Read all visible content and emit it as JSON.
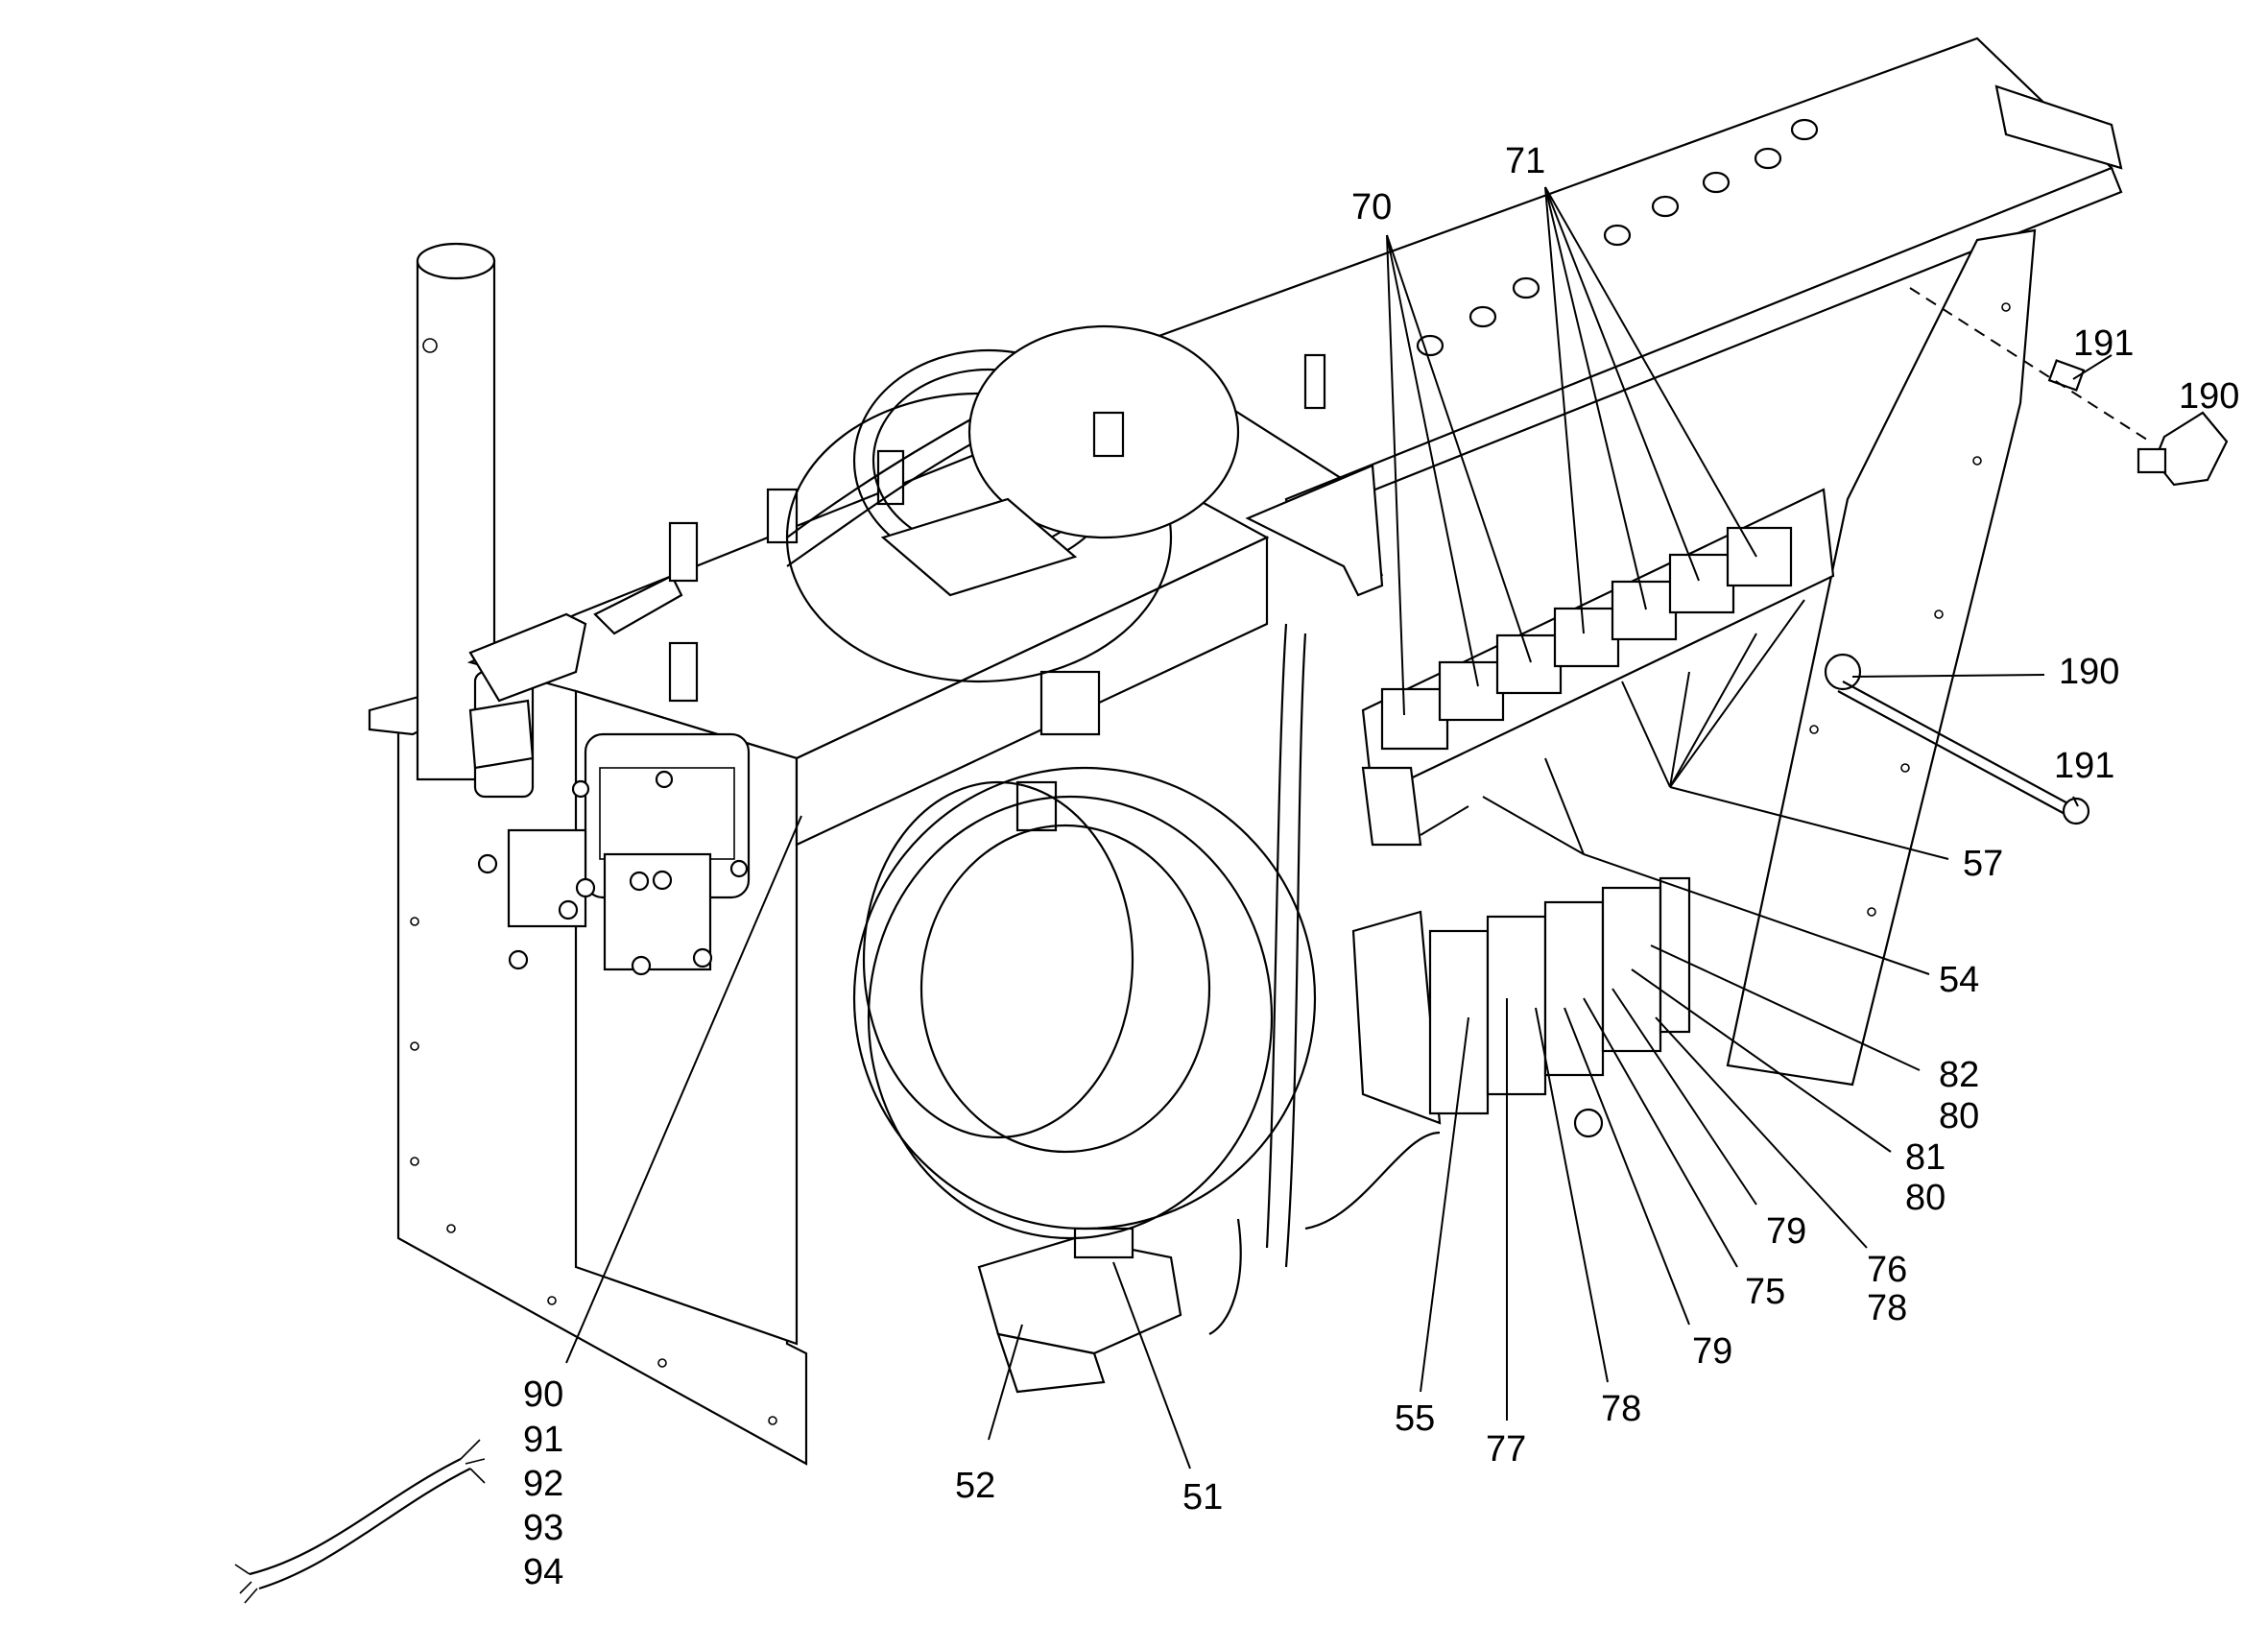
{
  "callouts": {
    "c70": "70",
    "c71": "71",
    "c191a": "191",
    "c190a": "190",
    "c190b": "190",
    "c191b": "191",
    "c57": "57",
    "c54": "54",
    "c82": "82",
    "c80a": "80",
    "c81": "81",
    "c80b": "80",
    "c79a": "79",
    "c76": "76",
    "c78a": "78",
    "c75": "75",
    "c79b": "79",
    "c78b": "78",
    "c77": "77",
    "c55": "55",
    "c51": "51",
    "c52": "52",
    "c90": "90",
    "c91": "91",
    "c92": "92",
    "c93": "93",
    "c94": "94"
  }
}
